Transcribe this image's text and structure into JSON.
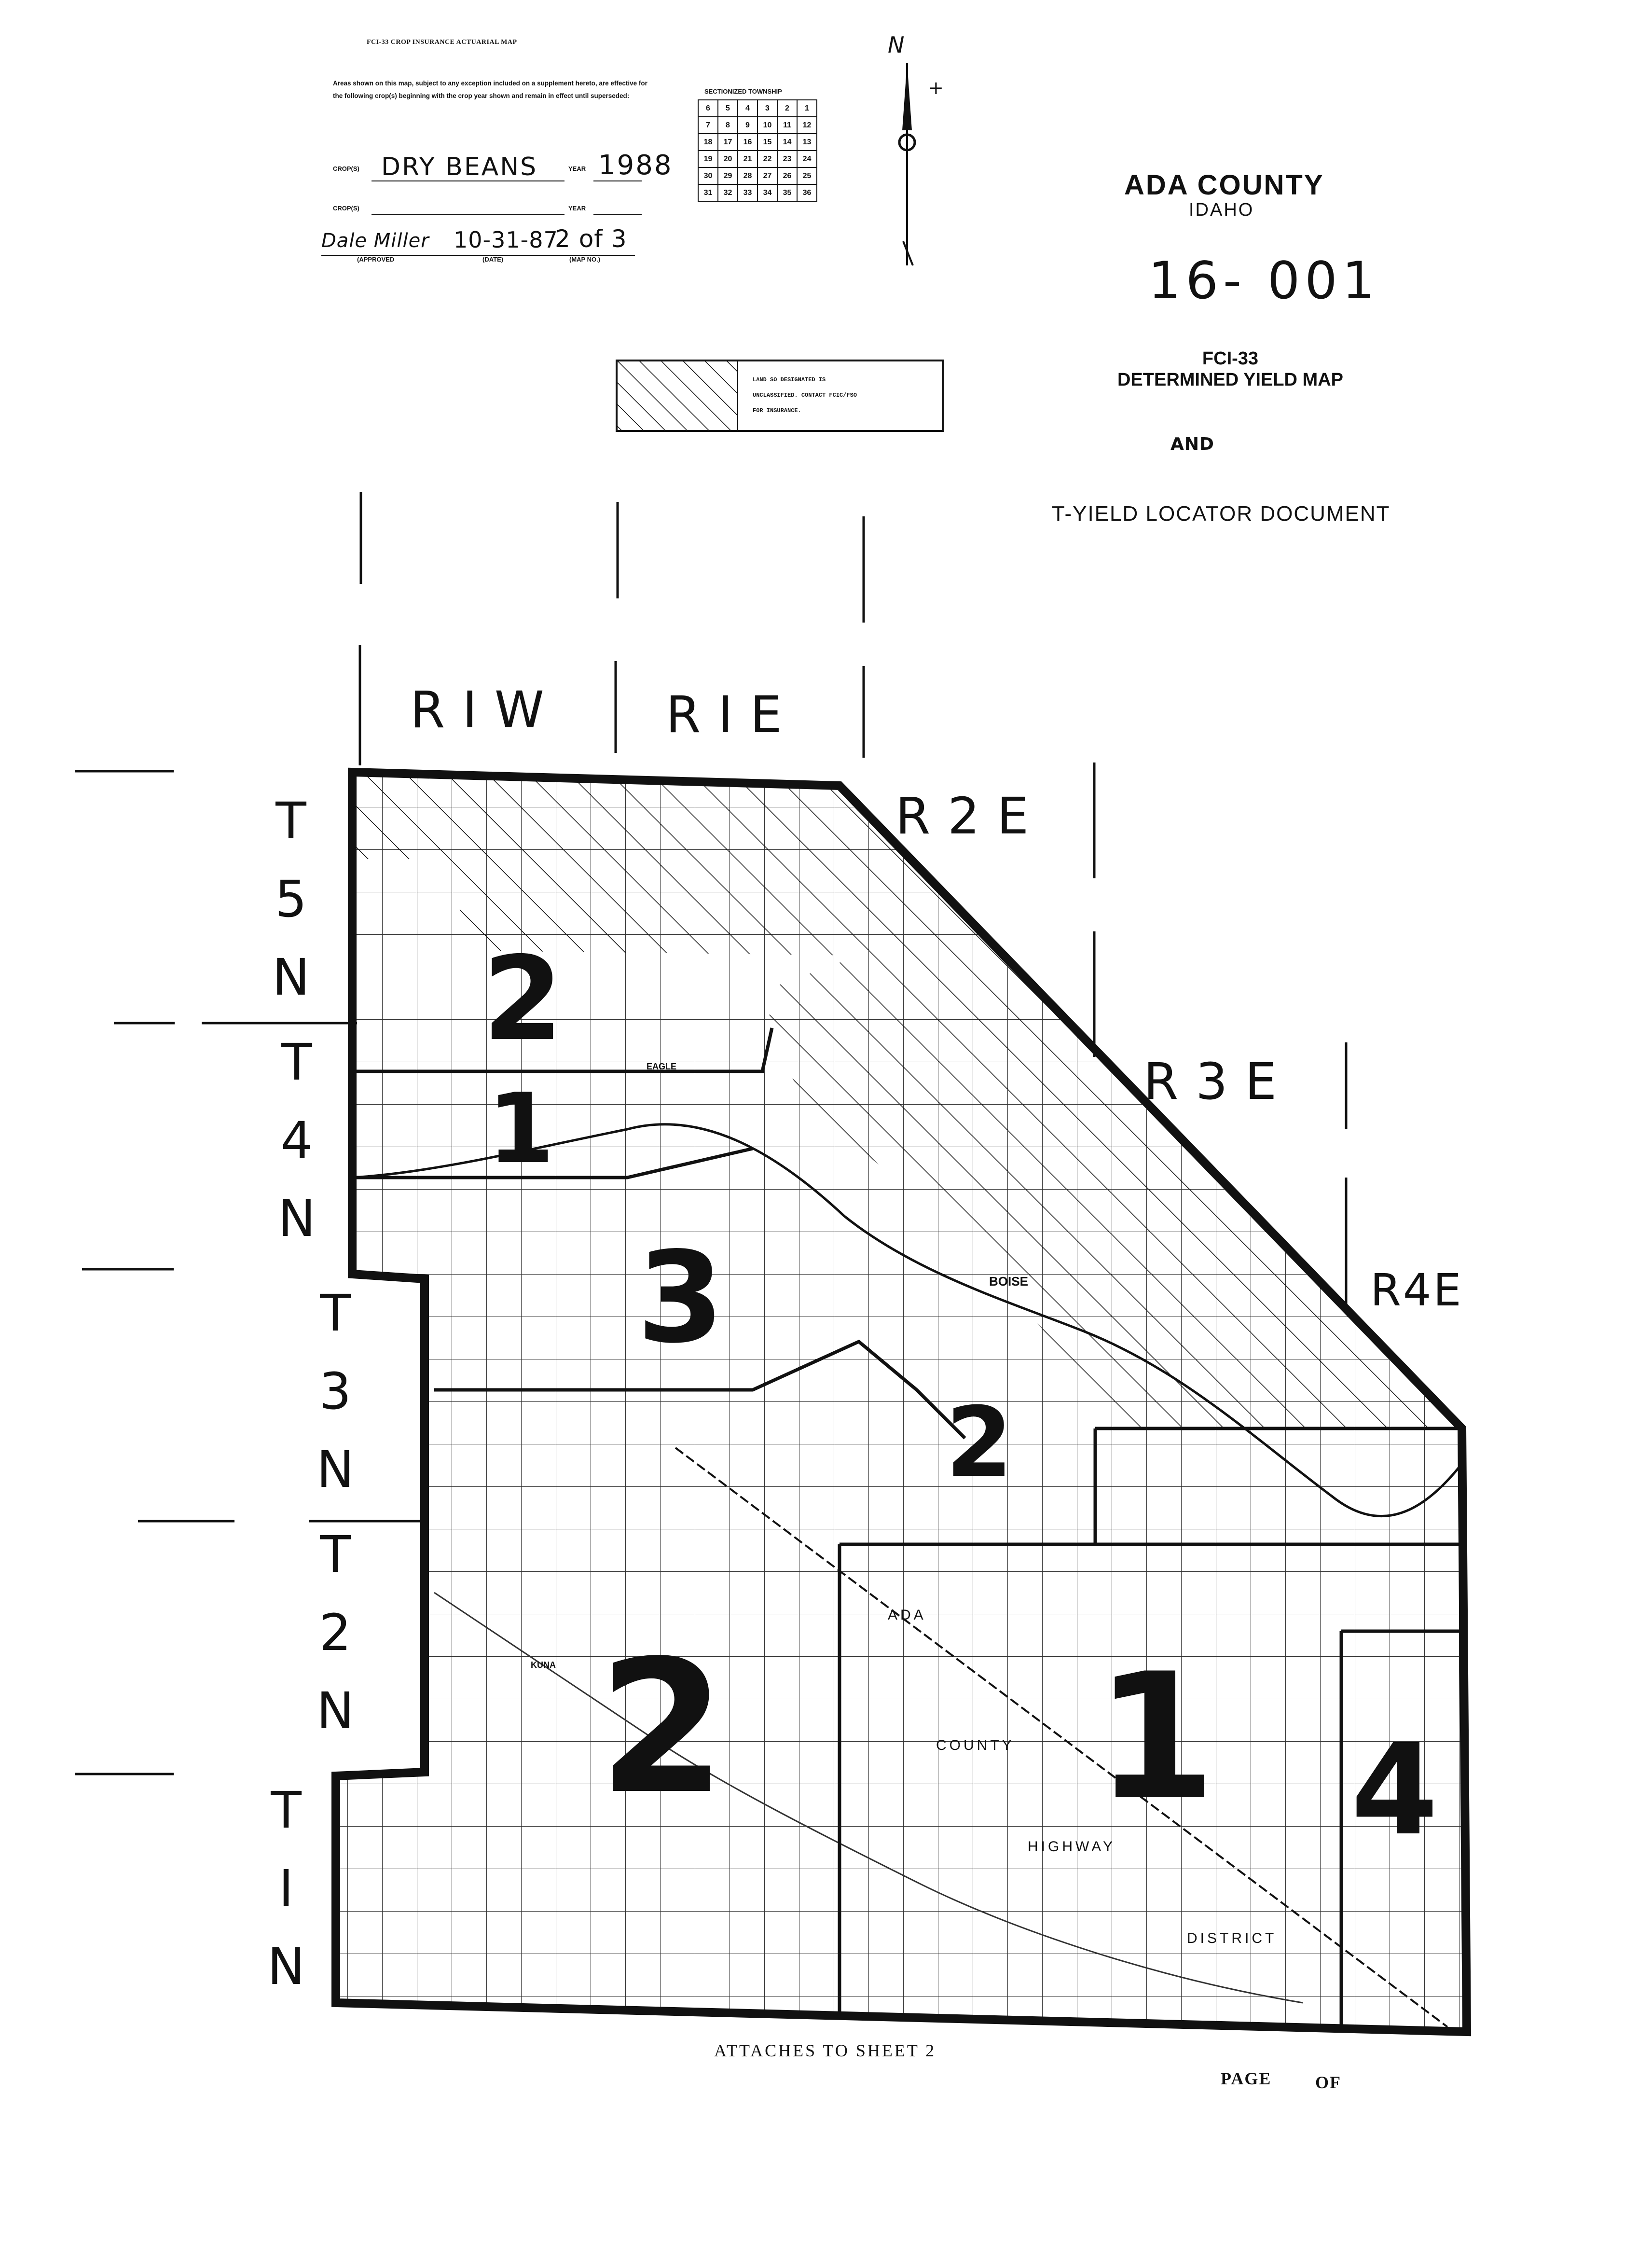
{
  "header": {
    "title": "FCI-33 CROP INSURANCE ACTUARIAL MAP",
    "notice": "Areas shown on this map, subject to any exception included on a supplement hereto, are effective for the following crop(s) beginning with the crop year shown and remain in effect until superseded:",
    "crop_label": "CROP(S)",
    "crop_value": "DRY BEANS",
    "year_label": "YEAR",
    "year_value": "1988",
    "crop2_label": "CROP(S)",
    "year2_label": "YEAR",
    "approved_value": "Dale Miller",
    "date_value": "10-31-87",
    "mapno_value": "2 of 3",
    "approved_label": "(APPROVED",
    "date_label": "(DATE)",
    "mapno_label": "(MAP NO.)"
  },
  "sectionized": {
    "title": "SECTIONIZED TOWNSHIP",
    "rows": [
      [
        "6",
        "5",
        "4",
        "3",
        "2",
        "1"
      ],
      [
        "7",
        "8",
        "9",
        "10",
        "11",
        "12"
      ],
      [
        "18",
        "17",
        "16",
        "15",
        "14",
        "13"
      ],
      [
        "19",
        "20",
        "21",
        "22",
        "23",
        "24"
      ],
      [
        "30",
        "29",
        "28",
        "27",
        "26",
        "25"
      ],
      [
        "31",
        "32",
        "33",
        "34",
        "35",
        "36"
      ]
    ]
  },
  "north_arrow": {
    "label": "N",
    "plus": "+"
  },
  "county": {
    "name": "ADA COUNTY",
    "state": "IDAHO",
    "map_number": "16- 001",
    "map_type_line1": "FCI-33",
    "map_type_line2": "DETERMINED YIELD MAP",
    "and": "AND",
    "locator": "T-YIELD LOCATOR DOCUMENT"
  },
  "legend": {
    "line1": "LAND SO DESIGNATED IS",
    "line2": "UNCLASSIFIED.  CONTACT FCIC/FSO",
    "line3": "FOR INSURANCE."
  },
  "ranges": [
    "RIW",
    "RIE",
    "R2E",
    "R3E",
    "R4E"
  ],
  "townships": [
    {
      "t": "T",
      "n": "5",
      "d": "N"
    },
    {
      "t": "T",
      "n": "4",
      "d": "N"
    },
    {
      "t": "T",
      "n": "3",
      "d": "N"
    },
    {
      "t": "T",
      "n": "2",
      "d": "N"
    },
    {
      "t": "T",
      "n": "I",
      "d": "N"
    }
  ],
  "zones": [
    "2",
    "1",
    "3",
    "2",
    "2",
    "1",
    "4"
  ],
  "place_labels": [
    "EAGLE",
    "BOISE",
    "KUNA",
    "ADA",
    "COUNTY",
    "HIGHWAY",
    "DISTRICT"
  ],
  "footer": {
    "attaches": "ATTACHES TO SHEET 2",
    "page": "PAGE",
    "of": "OF"
  },
  "colors": {
    "ink": "#111111",
    "paper": "#ffffff"
  }
}
